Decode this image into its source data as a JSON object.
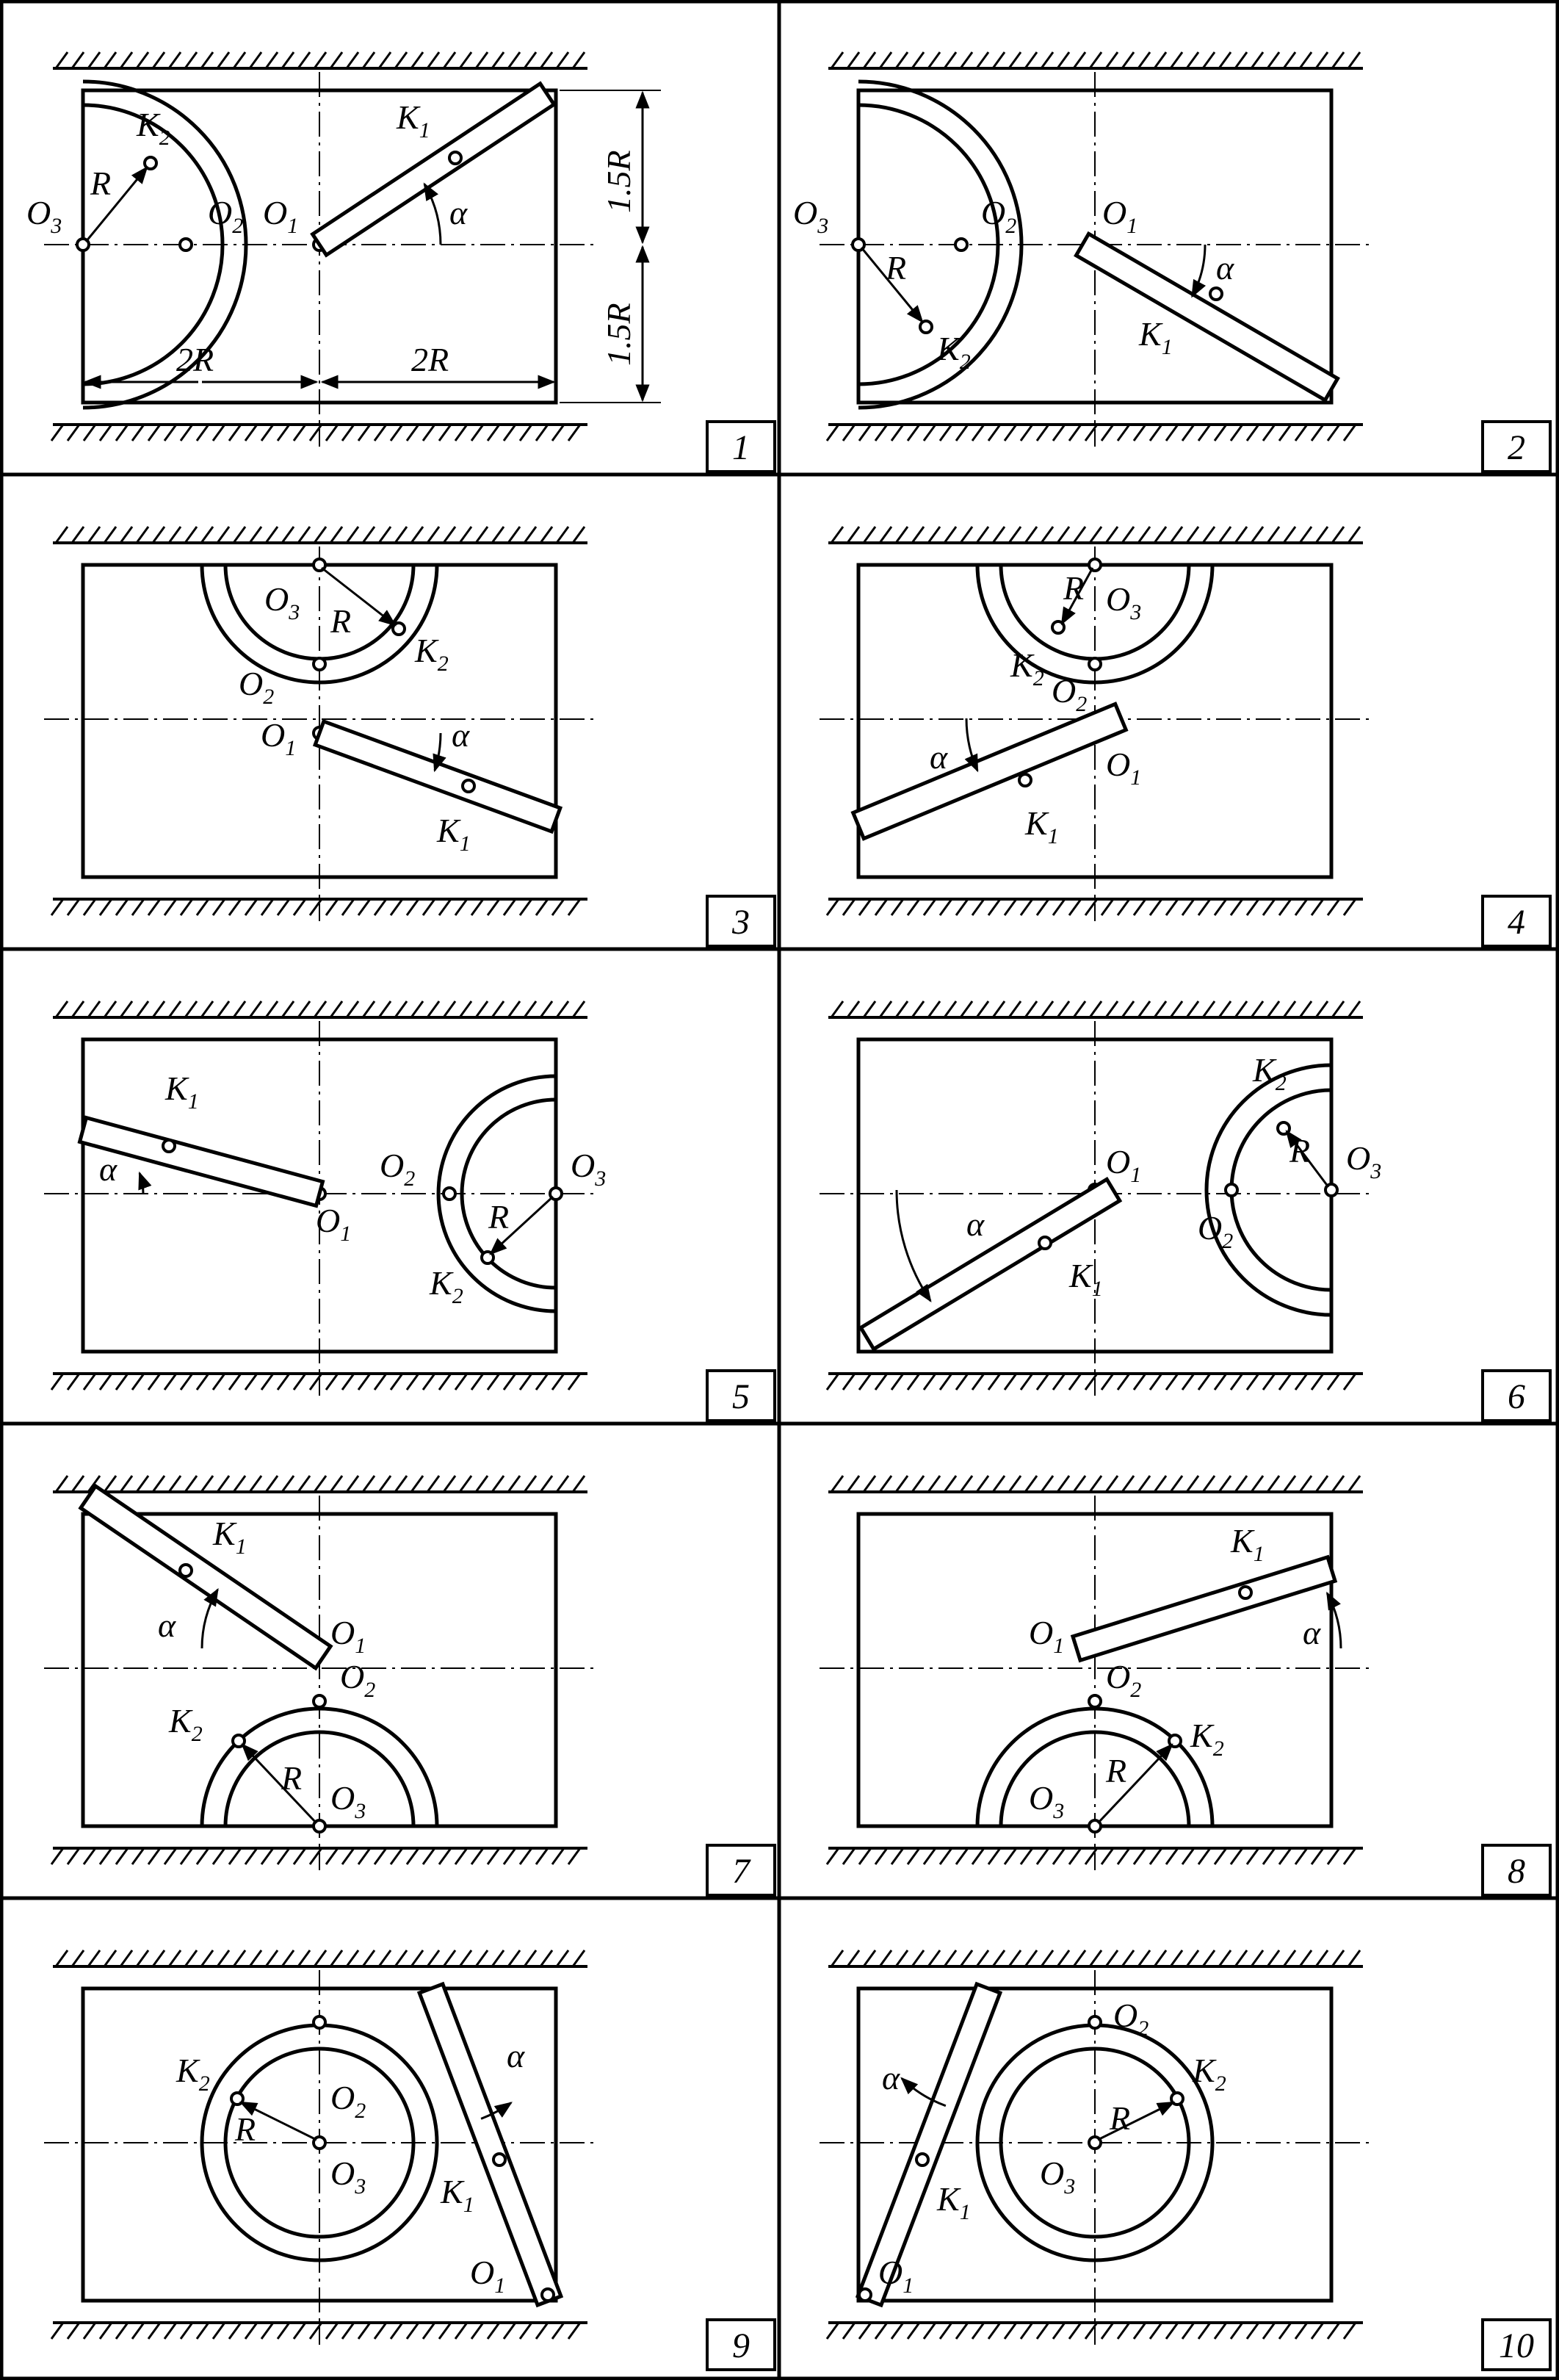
{
  "colors": {
    "ink": "#000000",
    "paper": "#ffffff"
  },
  "hatch": "ground-hatching",
  "dims": {
    "d1": "2R",
    "d2": "2R",
    "d3": "1.5R",
    "d4": "1.5R"
  },
  "panels": [
    {
      "number": "1",
      "labels": {
        "O3": [
          "O",
          "3"
        ],
        "O2": [
          "O",
          "2"
        ],
        "O1": [
          "O",
          "1"
        ],
        "K1": [
          "K",
          "1"
        ],
        "K2": [
          "K",
          "2"
        ],
        "R": [
          "R",
          ""
        ],
        "alpha": [
          "α",
          ""
        ]
      }
    },
    {
      "number": "2",
      "labels": {
        "O3": [
          "O",
          "3"
        ],
        "O2": [
          "O",
          "2"
        ],
        "O1": [
          "O",
          "1"
        ],
        "K1": [
          "K",
          "1"
        ],
        "K2": [
          "K",
          "2"
        ],
        "R": [
          "R",
          ""
        ],
        "alpha": [
          "α",
          ""
        ]
      }
    },
    {
      "number": "3",
      "labels": {
        "O3": [
          "O",
          "3"
        ],
        "O2": [
          "O",
          "2"
        ],
        "O1": [
          "O",
          "1"
        ],
        "K1": [
          "K",
          "1"
        ],
        "K2": [
          "K",
          "2"
        ],
        "R": [
          "R",
          ""
        ],
        "alpha": [
          "α",
          ""
        ]
      }
    },
    {
      "number": "4",
      "labels": {
        "O3": [
          "O",
          "3"
        ],
        "O2": [
          "O",
          "2"
        ],
        "O1": [
          "O",
          "1"
        ],
        "K1": [
          "K",
          "1"
        ],
        "K2": [
          "K",
          "2"
        ],
        "R": [
          "R",
          ""
        ],
        "alpha": [
          "α",
          ""
        ]
      }
    },
    {
      "number": "5",
      "labels": {
        "O3": [
          "O",
          "3"
        ],
        "O2": [
          "O",
          "2"
        ],
        "O1": [
          "O",
          "1"
        ],
        "K1": [
          "K",
          "1"
        ],
        "K2": [
          "K",
          "2"
        ],
        "R": [
          "R",
          ""
        ],
        "alpha": [
          "α",
          ""
        ]
      }
    },
    {
      "number": "6",
      "labels": {
        "O3": [
          "O",
          "3"
        ],
        "O2": [
          "O",
          "2"
        ],
        "O1": [
          "O",
          "1"
        ],
        "K1": [
          "K",
          "1"
        ],
        "K2": [
          "K",
          "2"
        ],
        "R": [
          "R",
          ""
        ],
        "alpha": [
          "α",
          ""
        ]
      }
    },
    {
      "number": "7",
      "labels": {
        "O3": [
          "O",
          "3"
        ],
        "O2": [
          "O",
          "2"
        ],
        "O1": [
          "O",
          "1"
        ],
        "K1": [
          "K",
          "1"
        ],
        "K2": [
          "K",
          "2"
        ],
        "R": [
          "R",
          ""
        ],
        "alpha": [
          "α",
          ""
        ]
      }
    },
    {
      "number": "8",
      "labels": {
        "O3": [
          "O",
          "3"
        ],
        "O2": [
          "O",
          "2"
        ],
        "O1": [
          "O",
          "1"
        ],
        "K1": [
          "K",
          "1"
        ],
        "K2": [
          "K",
          "2"
        ],
        "R": [
          "R",
          ""
        ],
        "alpha": [
          "α",
          ""
        ]
      }
    },
    {
      "number": "9",
      "labels": {
        "O3": [
          "O",
          "3"
        ],
        "O2": [
          "O",
          "2"
        ],
        "O1": [
          "O",
          "1"
        ],
        "K1": [
          "K",
          "1"
        ],
        "K2": [
          "K",
          "2"
        ],
        "R": [
          "R",
          ""
        ],
        "alpha": [
          "α",
          ""
        ]
      }
    },
    {
      "number": "10",
      "labels": {
        "O3": [
          "O",
          "3"
        ],
        "O2": [
          "O",
          "2"
        ],
        "O1": [
          "O",
          "1"
        ],
        "K1": [
          "K",
          "1"
        ],
        "K2": [
          "K",
          "2"
        ],
        "R": [
          "R",
          ""
        ],
        "alpha": [
          "α",
          ""
        ]
      }
    }
  ]
}
